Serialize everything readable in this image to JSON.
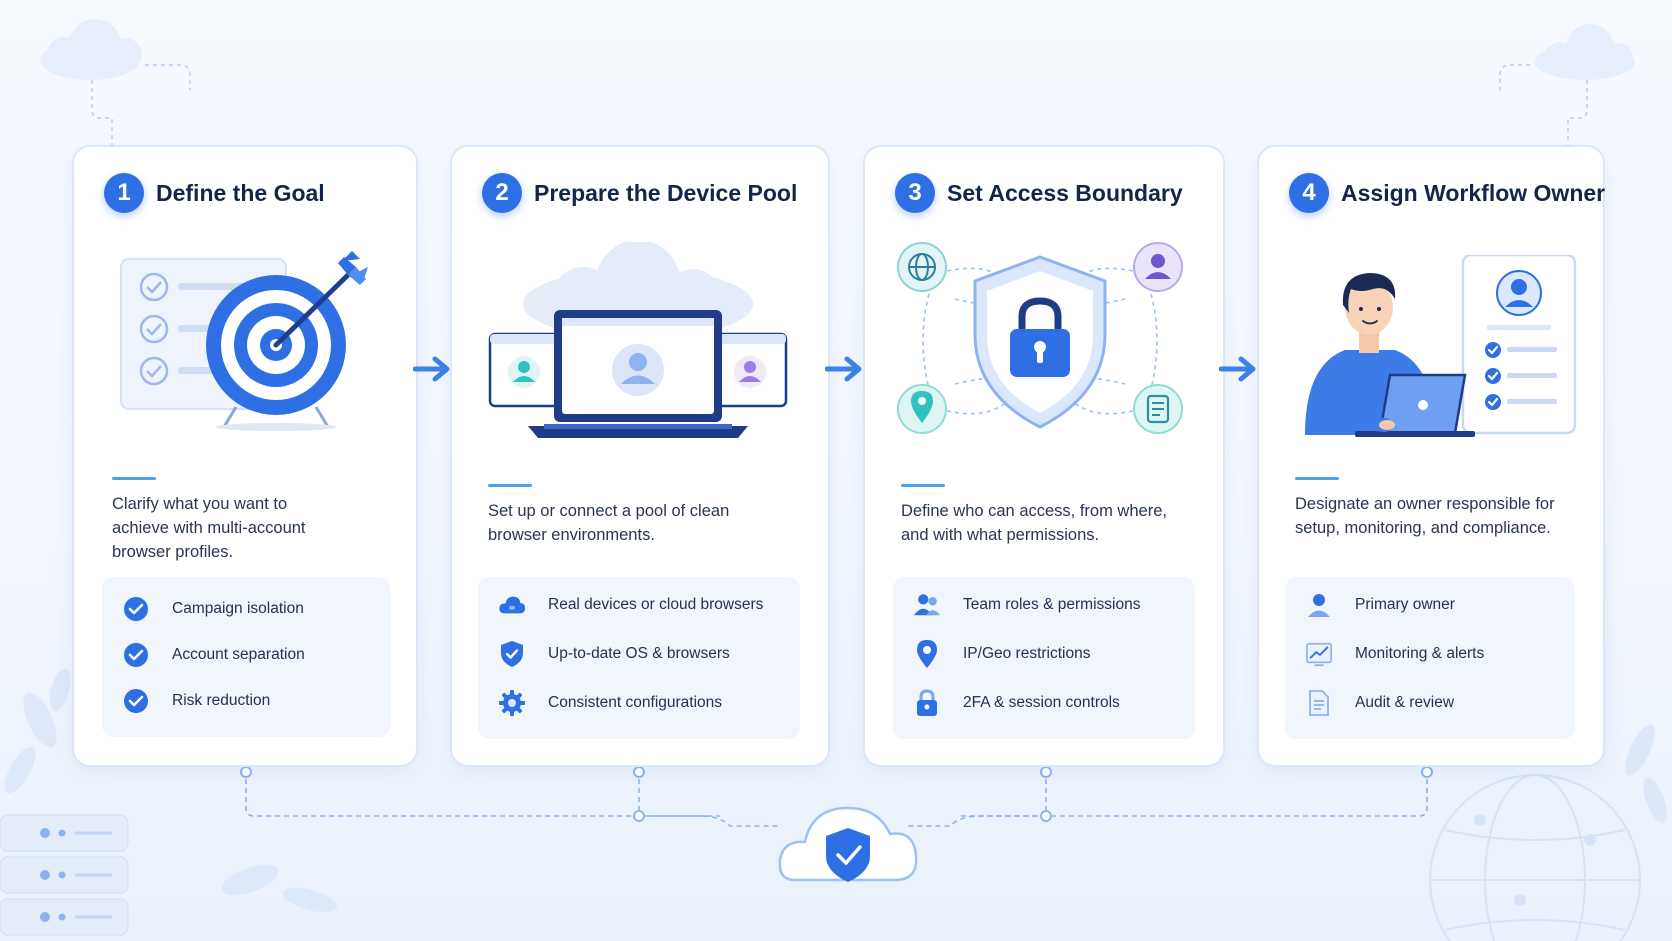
{
  "steps": [
    {
      "number": "1",
      "title": "Define the Goal",
      "description": "Clarify what you want to achieve with multi-account browser profiles.",
      "items": [
        {
          "icon": "check-circle-icon",
          "label": "Campaign isolation"
        },
        {
          "icon": "check-circle-icon",
          "label": "Account separation"
        },
        {
          "icon": "check-circle-icon",
          "label": "Risk reduction"
        }
      ]
    },
    {
      "number": "2",
      "title": "Prepare the Device Pool",
      "description": "Set up or connect a pool of clean browser environments.",
      "items": [
        {
          "icon": "cloud-icon",
          "label": "Real devices or cloud browsers"
        },
        {
          "icon": "shield-check-icon",
          "label": "Up-to-date OS & browsers"
        },
        {
          "icon": "gear-icon",
          "label": "Consistent configurations"
        }
      ]
    },
    {
      "number": "3",
      "title": "Set Access Boundary",
      "description": "Define who can access, from where, and with what permissions.",
      "items": [
        {
          "icon": "team-icon",
          "label": "Team roles & permissions"
        },
        {
          "icon": "location-pin-icon",
          "label": "IP/Geo restrictions"
        },
        {
          "icon": "lock-icon",
          "label": "2FA & session controls"
        }
      ]
    },
    {
      "number": "4",
      "title": "Assign Workflow Owner",
      "description": "Designate an owner responsible for setup, monitoring, and compliance.",
      "items": [
        {
          "icon": "user-icon",
          "label": "Primary owner"
        },
        {
          "icon": "chart-icon",
          "label": "Monitoring & alerts"
        },
        {
          "icon": "document-icon",
          "label": "Audit & review"
        }
      ]
    }
  ],
  "colors": {
    "primary": "#2f6fe4",
    "light": "#dbe8fb",
    "accent": "#4aa3e8",
    "teal": "#2fc3c0",
    "purple": "#9a7ee6"
  }
}
